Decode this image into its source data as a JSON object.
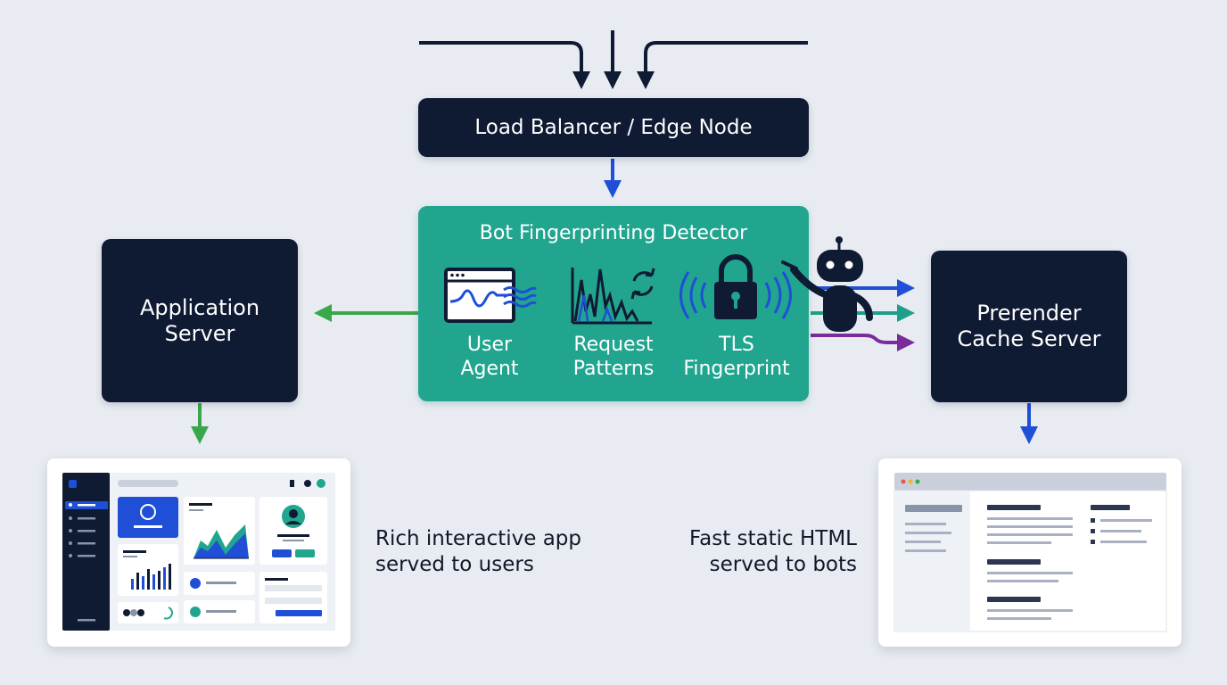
{
  "nodes": {
    "load_balancer": "Load Balancer / Edge Node",
    "detector_title": "Bot Fingerprinting Detector",
    "app_server_line1": "Application",
    "app_server_line2": "Server",
    "cache_server_line1": "Prerender",
    "cache_server_line2": "Cache Server"
  },
  "signals": [
    {
      "line1": "User",
      "line2": "Agent",
      "icon": "browser-wave-icon"
    },
    {
      "line1": "Request",
      "line2": "Patterns",
      "icon": "spike-chart-icon"
    },
    {
      "line1": "TLS",
      "line2": "Fingerprint",
      "icon": "lock-icon"
    }
  ],
  "captions": {
    "users_line1": "Rich interactive app",
    "users_line2": "served to users",
    "bots_line1": "Fast static HTML",
    "bots_line2": "served to bots"
  },
  "colors": {
    "dark_node": "#0f1a33",
    "detector": "#21a58f",
    "arrow_user": "#3aa84a",
    "arrow_bot": "#1e4fd6",
    "arrow_bot_alt": "#7a2b9c",
    "arrow_bot_teal": "#1f9f8a"
  }
}
